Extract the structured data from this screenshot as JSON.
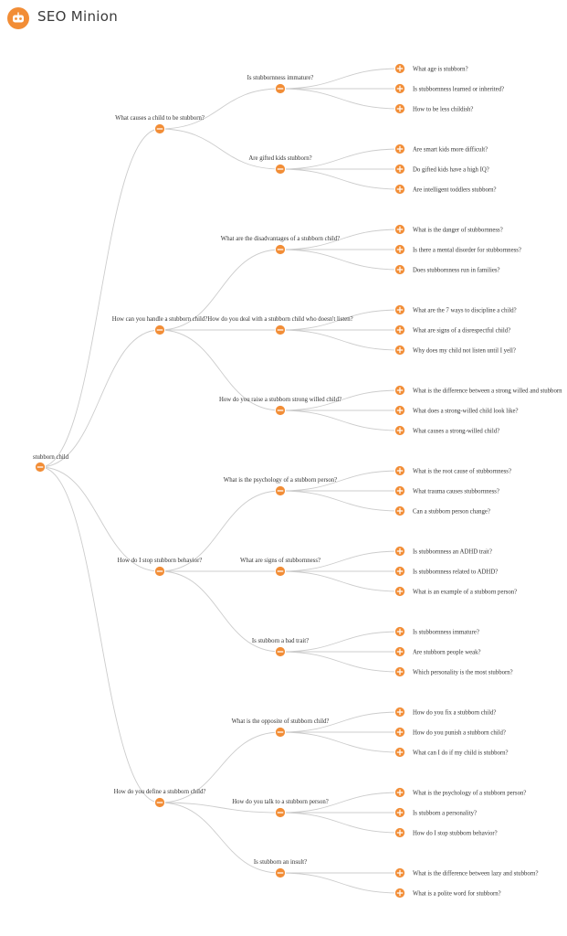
{
  "header": {
    "brand": "SEO Minion",
    "logo_icon": "robot-logo-icon",
    "accent": "#f28d36"
  },
  "tree": {
    "root": "stubborn child",
    "groups": [
      {
        "label": "What causes a child to be stubborn?",
        "children": [
          {
            "label": "Is stubbornness immature?",
            "leaves": [
              "What age is stubborn?",
              "Is stubbornness learned or inherited?",
              "How to be less childish?"
            ]
          },
          {
            "label": "Are gifted kids stubborn?",
            "leaves": [
              "Are smart kids more difficult?",
              "Do gifted kids have a high IQ?",
              "Are intelligent toddlers stubborn?"
            ]
          }
        ]
      },
      {
        "label": "How can you handle a stubborn child?",
        "children": [
          {
            "label": "What are the disadvantages of a stubborn child?",
            "leaves": [
              "What is the danger of stubbornness?",
              "Is there a mental disorder for stubbornness?",
              "Does stubbornness run in families?"
            ]
          },
          {
            "label": "How do you deal with a stubborn child who doesn't listen?",
            "leaves": [
              "What are the 7 ways to discipline a child?",
              "What are signs of a disrespectful child?",
              "Why does my child not listen until I yell?"
            ]
          },
          {
            "label": "How do you raise a stubborn strong willed child?",
            "leaves": [
              "What is the difference between a strong willed and stubborn",
              "What does a strong-willed child look like?",
              "What causes a strong-willed child?"
            ]
          }
        ]
      },
      {
        "label": "How do I stop stubborn behavior?",
        "children": [
          {
            "label": "What is the psychology of a stubborn person?",
            "leaves": [
              "What is the root cause of stubbornness?",
              "What trauma causes stubbornness?",
              "Can a stubborn person change?"
            ]
          },
          {
            "label": "What are signs of stubbornness?",
            "leaves": [
              "Is stubbornness an ADHD trait?",
              "Is stubbornness related to ADHD?",
              "What is an example of a stubborn person?"
            ]
          },
          {
            "label": "Is stubborn a bad trait?",
            "leaves": [
              "Is stubbornness immature?",
              "Are stubborn people weak?",
              "Which personality is the most stubborn?"
            ]
          }
        ]
      },
      {
        "label": "How do you define a stubborn child?",
        "children": [
          {
            "label": "What is the opposite of stubborn child?",
            "leaves": [
              "How do you fix a stubborn child?",
              "How do you punish a stubborn child?",
              "What can I do if my child is stubborn?"
            ]
          },
          {
            "label": "How do you talk to a stubborn person?",
            "leaves": [
              "What is the psychology of a stubborn person?",
              "Is stubborn a personality?",
              "How do I stop stubborn behavior?"
            ]
          },
          {
            "label": "Is stubborn an insult?",
            "leaves": [
              "What is the difference between lazy and stubborn?",
              "What is a polite word for stubborn?"
            ]
          }
        ]
      }
    ]
  }
}
